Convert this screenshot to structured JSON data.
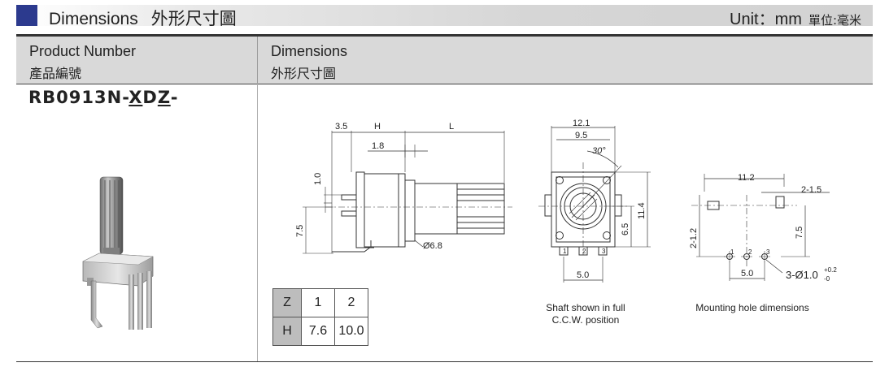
{
  "header": {
    "title": "Dimensions",
    "title_cjk": "外形尺寸圖",
    "unit": "Unit：mm",
    "unit_cjk": "單位:毫米"
  },
  "table": {
    "col1_header_en": "Product Number",
    "col1_header_cjk": "產品編號",
    "col2_header_en": "Dimensions",
    "col2_header_cjk": "外形尺寸圖"
  },
  "product": {
    "number_prefix": "RB0913N-",
    "number_x": "X",
    "number_d": "D",
    "number_z": "Z",
    "number_suffix": "-"
  },
  "side_view": {
    "d_3_5": "3.5",
    "d_H": "H",
    "d_L": "L",
    "d_1_8": "1.8",
    "d_1_0": "1.0",
    "d_7_5": "7.5",
    "d_shaft": "Ø6.8"
  },
  "front_view": {
    "d_12_1": "12.1",
    "d_9_5": "9.5",
    "d_angle": "30°",
    "d_11_4": "11.4",
    "d_6_5": "6.5",
    "d_5_0": "5.0",
    "pin1": "1",
    "pin2": "2",
    "pin3": "3",
    "caption_line1": "Shaft shown in full",
    "caption_line2": "C.C.W. position"
  },
  "mounting": {
    "d_11_2": "11.2",
    "d_2_1_5": "2-1.5",
    "d_2_1_2": "2-1.2",
    "d_7_5": "7.5",
    "d_5_0": "5.0",
    "d_holes": "3-Ø1.0",
    "tol_plus": "+0.2",
    "tol_minus": "-0",
    "pin1": "1",
    "pin2": "2",
    "pin3": "3",
    "caption": "Mounting hole dimensions"
  },
  "zh_table": {
    "z_label": "Z",
    "z1": "1",
    "z2": "2",
    "h_label": "H",
    "h1": "7.6",
    "h2": "10.0"
  },
  "colors": {
    "accent_square": "#2c3a8e",
    "header_gray": "#d9d9d9"
  }
}
